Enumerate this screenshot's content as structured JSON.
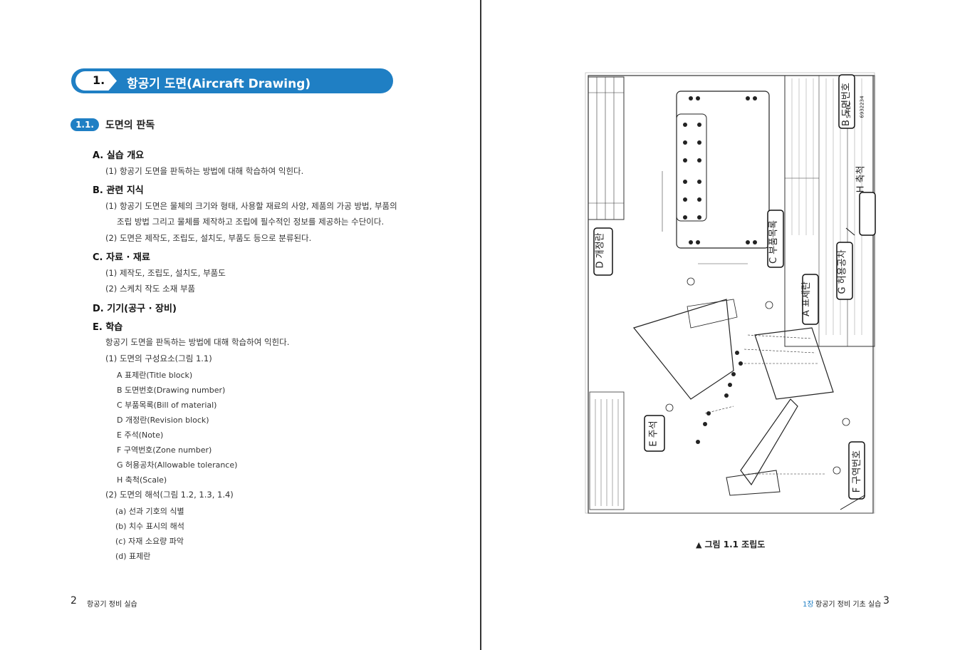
{
  "left_page": {
    "chapter": {
      "number": "1.",
      "title": "항공기 도면(Aircraft Drawing)"
    },
    "section": {
      "number": "1.1.",
      "title": "도면의 판독"
    },
    "headings": {
      "a": "A. 실습 개요",
      "b": "B. 관련 지식",
      "c": "C. 자료 · 재료",
      "d": "D. 기기(공구 · 장비)",
      "e": "E. 학습"
    },
    "a_items": [
      "(1) 항공기 도면을 판독하는 방법에 대해 학습하여 익힌다."
    ],
    "b_items": [
      "(1) 항공기 도면은 물체의 크기와 형태, 사용할 재료의 사양, 제품의 가공 방법, 부품의",
      "조립 방법 그리고 물체를 제작하고 조립에 필수적인 정보를 제공하는 수단이다.",
      "(2) 도면은 제작도, 조립도, 설치도, 부품도 등으로 분류된다."
    ],
    "c_items": [
      "(1) 제작도, 조립도, 설치도, 부품도",
      "(2) 스케치 작도 소재 부품"
    ],
    "e_intro": "항공기 도면을 판독하는 방법에 대해 학습하여 익힌다.",
    "e1": "(1) 도면의 구성요소(그림 1.1)",
    "components": [
      "A  표제란(Title block)",
      "B  도면번호(Drawing number)",
      "C  부품목록(Bill of material)",
      "D  개정란(Revision block)",
      "E  주석(Note)",
      "F  구역번호(Zone number)",
      "G  허용공차(Allowable tolerance)",
      "H  축척(Scale)"
    ],
    "e2": "(2) 도면의 해석(그림 1.2, 1.3, 1.4)",
    "interpret": [
      "(a) 선과 기호의 식별",
      "(b) 치수 표시의 해석",
      "(c) 자재 소요량 파악",
      "(d) 표제란"
    ],
    "footer": {
      "page": "2",
      "text": "항공기 정비 실습"
    }
  },
  "right_page": {
    "figure_labels": {
      "a": "A 표제란",
      "b": "B 도면번호",
      "c": "C 부품목록",
      "d": "D 개정란",
      "e": "E 주석",
      "f": "F 구역번호",
      "g": "G 허용공차",
      "h": "H 축척"
    },
    "figure_caption": "그림 1.1 조립도",
    "caption_marker": "▲",
    "drawing_number": "6932234",
    "company": "S-TEC",
    "footer": {
      "chapter": "1장",
      "text": "항공기 정비 기초 실습",
      "page": "3"
    }
  },
  "colors": {
    "accent": "#1f7fc4",
    "text": "#222222"
  }
}
